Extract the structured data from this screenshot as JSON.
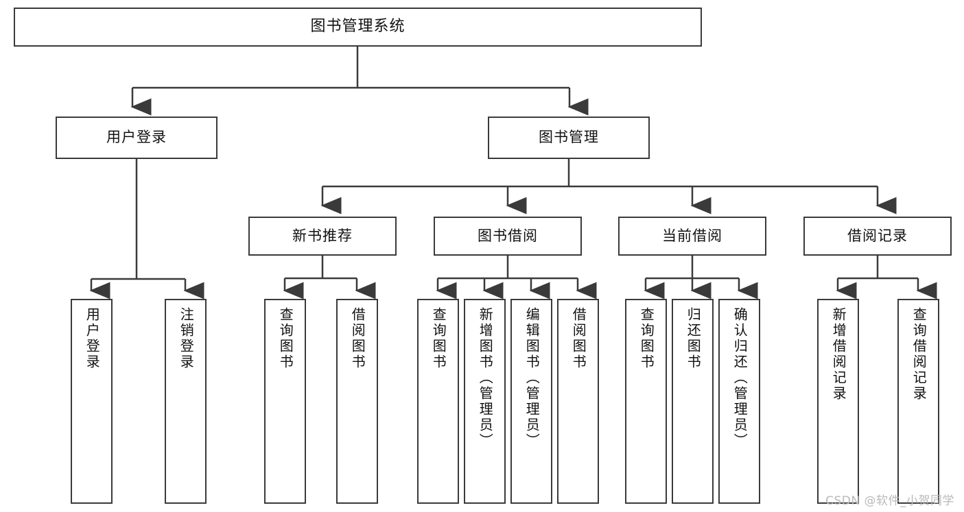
{
  "diagram": {
    "type": "tree",
    "title": "图书管理系统",
    "watermark": "CSDN @软件_小贺同学",
    "colors": {
      "line": "#3a3a3a",
      "box_border": "#3a3a3a",
      "box_fill": "#ffffff",
      "text": "#111111",
      "watermark": "#b9b9b9",
      "background": "#ffffff"
    },
    "root": {
      "label": "图书管理系统"
    },
    "level2": [
      {
        "id": "user-login",
        "label": "用户登录"
      },
      {
        "id": "book-manage",
        "label": "图书管理"
      }
    ],
    "level3": [
      {
        "id": "new-book-rec",
        "label": "新书推荐"
      },
      {
        "id": "book-borrow",
        "label": "图书借阅"
      },
      {
        "id": "current-borrow",
        "label": "当前借阅"
      },
      {
        "id": "borrow-record",
        "label": "借阅记录"
      }
    ],
    "leaves": [
      {
        "id": "leaf-user-login",
        "label": "用户登录",
        "parent": "user-login"
      },
      {
        "id": "leaf-logout",
        "label": "注销登录",
        "parent": "user-login"
      },
      {
        "id": "leaf-query-book-1",
        "label": "查询图书",
        "parent": "new-book-rec"
      },
      {
        "id": "leaf-borrow-book-1",
        "label": "借阅图书",
        "parent": "new-book-rec"
      },
      {
        "id": "leaf-query-book-2",
        "label": "查询图书",
        "parent": "book-borrow"
      },
      {
        "id": "leaf-add-book",
        "label": "新增图书（管理员）",
        "parent": "book-borrow"
      },
      {
        "id": "leaf-edit-book",
        "label": "编辑图书（管理员）",
        "parent": "book-borrow"
      },
      {
        "id": "leaf-borrow-book-2",
        "label": "借阅图书",
        "parent": "book-borrow"
      },
      {
        "id": "leaf-query-book-3",
        "label": "查询图书",
        "parent": "current-borrow"
      },
      {
        "id": "leaf-return-book",
        "label": "归还图书",
        "parent": "current-borrow"
      },
      {
        "id": "leaf-confirm-return",
        "label": "确认归还（管理员）",
        "parent": "current-borrow"
      },
      {
        "id": "leaf-add-record",
        "label": "新增借阅记录",
        "parent": "borrow-record"
      },
      {
        "id": "leaf-query-record",
        "label": "查询借阅记录",
        "parent": "borrow-record"
      }
    ]
  }
}
